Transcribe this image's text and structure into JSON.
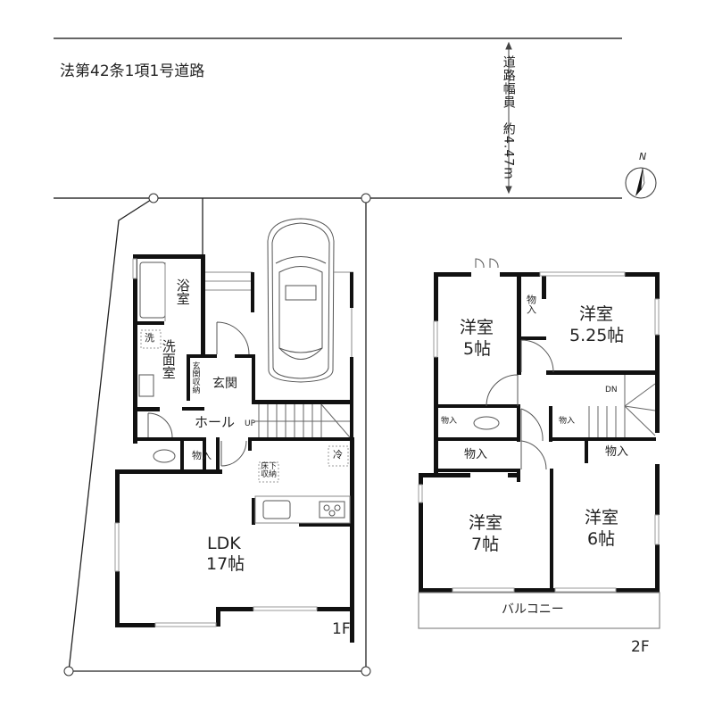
{
  "road": {
    "label": "法第42条1項1号道路",
    "width_label": "道路幅員　約4.47m"
  },
  "compass": {
    "north_label": "N"
  },
  "floor1": {
    "floor_label": "1F",
    "rooms": {
      "bath": "浴室",
      "washer": "洗",
      "washroom": "洗面室",
      "entrance_storage": "玄関収納",
      "entrance": "玄関",
      "hall": "ホール",
      "stairs_up": "UP",
      "storage": "物入",
      "underfloor_storage": "床下収納",
      "fridge": "冷",
      "ldk": "LDK",
      "ldk_size": "17帖"
    }
  },
  "floor2": {
    "floor_label": "2F",
    "rooms": {
      "room_a": "洋室",
      "room_a_size": "5帖",
      "room_b": "洋室",
      "room_b_size": "5.25帖",
      "room_c": "洋室",
      "room_c_size": "7帖",
      "room_d": "洋室",
      "room_d_size": "6帖",
      "storage": "物入",
      "stairs_down": "DN",
      "balcony": "バルコニー"
    }
  }
}
